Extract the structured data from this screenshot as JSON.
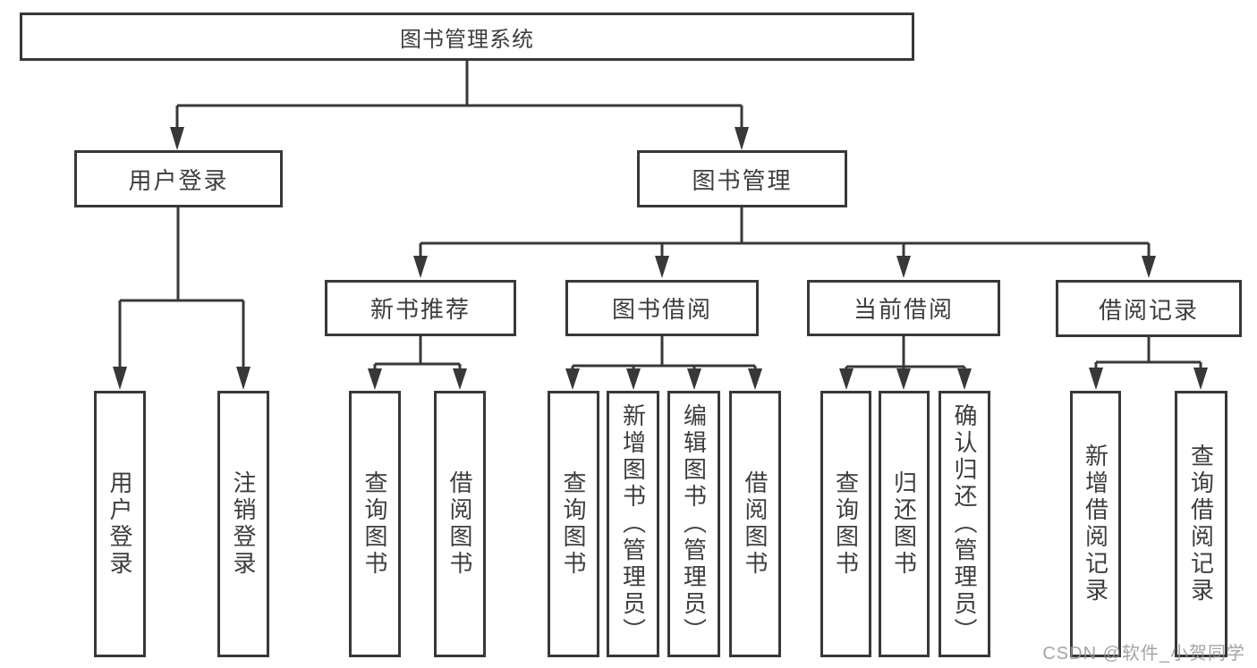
{
  "diagram": {
    "root": {
      "label": "图书管理系统"
    },
    "level2": [
      {
        "label": "用户登录",
        "parent": "图书管理系统"
      },
      {
        "label": "图书管理",
        "parent": "图书管理系统"
      }
    ],
    "level3": [
      {
        "label": "新书推荐",
        "parent": "图书管理"
      },
      {
        "label": "图书借阅",
        "parent": "图书管理"
      },
      {
        "label": "当前借阅",
        "parent": "图书管理"
      },
      {
        "label": "借阅记录",
        "parent": "图书管理"
      }
    ],
    "leaves": [
      {
        "label": "用户登录",
        "parent": "用户登录"
      },
      {
        "label": "注销登录",
        "parent": "用户登录"
      },
      {
        "label": "查询图书",
        "parent": "新书推荐"
      },
      {
        "label": "借阅图书",
        "parent": "新书推荐"
      },
      {
        "label": "查询图书",
        "parent": "图书借阅"
      },
      {
        "label": "新增图书（管理员）",
        "parent": "图书借阅"
      },
      {
        "label": "编辑图书（管理员）",
        "parent": "图书借阅"
      },
      {
        "label": "借阅图书",
        "parent": "图书借阅"
      },
      {
        "label": "查询图书",
        "parent": "当前借阅"
      },
      {
        "label": "归还图书",
        "parent": "当前借阅"
      },
      {
        "label": "确认归还（管理员）",
        "parent": "当前借阅"
      },
      {
        "label": "新增借阅记录",
        "parent": "借阅记录"
      },
      {
        "label": "查询借阅记录",
        "parent": "借阅记录"
      }
    ],
    "colors": {
      "line": "#383838",
      "text": "#3d3d3d",
      "background": "#ffffff"
    }
  },
  "watermark": {
    "text": "CSDN @软件_小贺同学"
  }
}
